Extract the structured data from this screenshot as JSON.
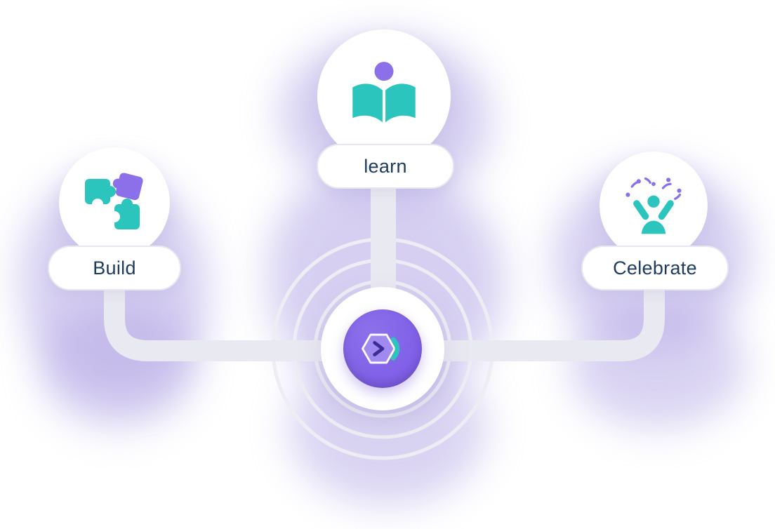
{
  "diagram": {
    "nodes": [
      {
        "id": "build",
        "label": "Build",
        "icon": "puzzle-icon"
      },
      {
        "id": "learn",
        "label": "learn",
        "icon": "reading-book-icon"
      },
      {
        "id": "celebrate",
        "label": "Celebrate",
        "icon": "celebration-icon"
      }
    ],
    "hub": {
      "icon": "hexagon-logo-icon",
      "ripple_rings": 3
    },
    "colors": {
      "teal": "#2cc5be",
      "purple": "#8b70ea",
      "purple_deep": "#7a58e6",
      "lavender": "#b5a9e6",
      "connector": "#e9e9f1",
      "ring": "#ededf3",
      "pill_border": "#e7e7f0",
      "text": "#1d3b5e"
    }
  }
}
